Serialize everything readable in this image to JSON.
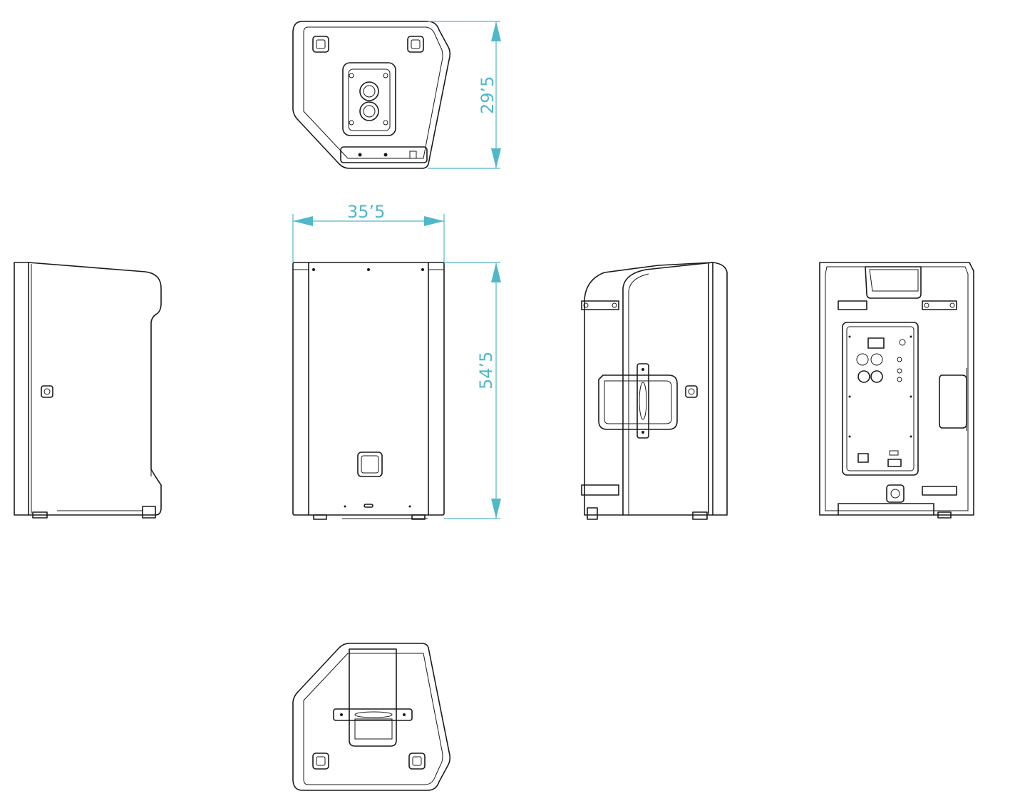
{
  "dimensions": {
    "depth_label": "29’5",
    "width_label": "35’5",
    "height_label": "54’5"
  },
  "colors": {
    "dimension_lines": "#4fb8c9",
    "outline": "#1a1a1a",
    "background": "#ffffff"
  }
}
